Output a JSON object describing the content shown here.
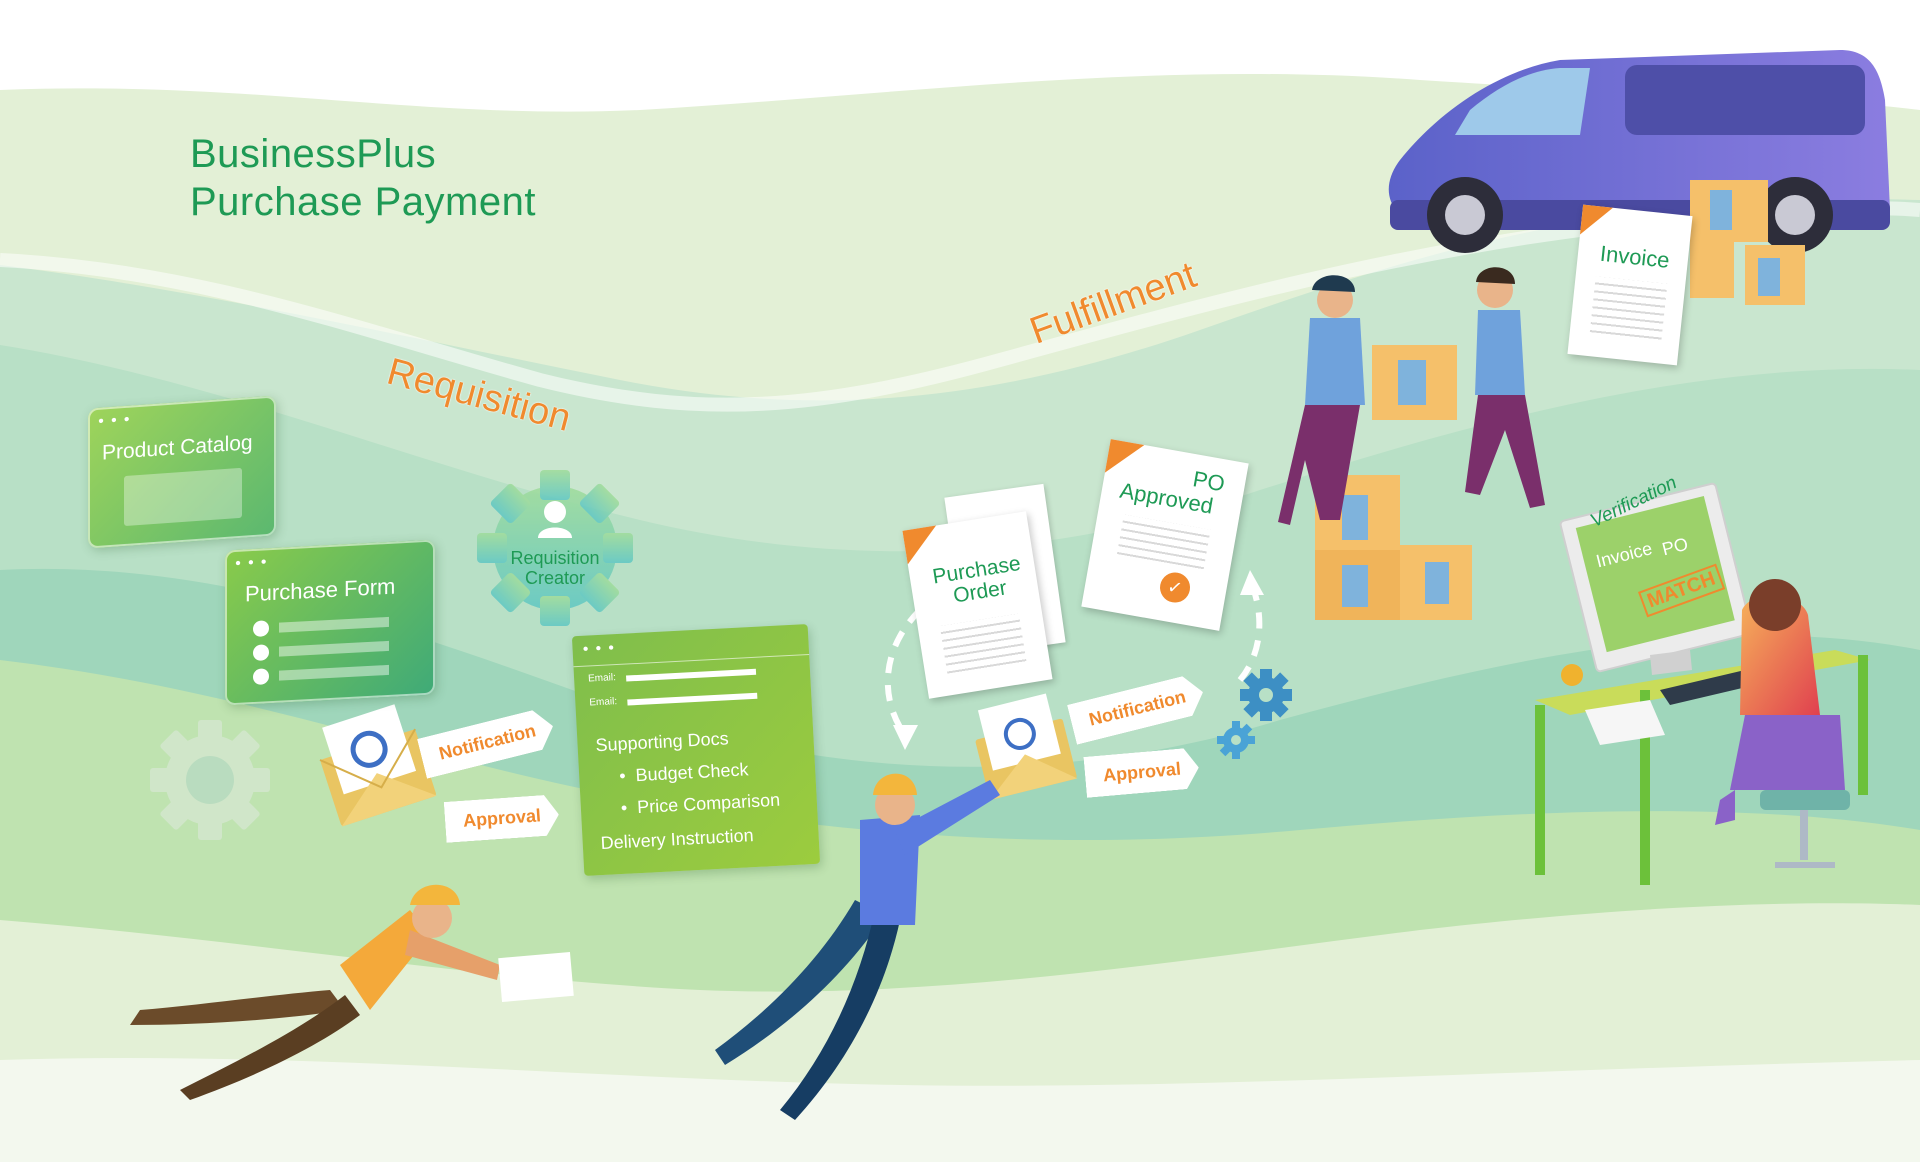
{
  "title": {
    "line1": "BusinessPlus",
    "line2": "Purchase Payment"
  },
  "stages": {
    "requisition": "Requisition",
    "fulfillment": "Fulfillment",
    "verification": "Verification"
  },
  "windows": {
    "product_catalog": "Product Catalog",
    "purchase_form": "Purchase Form"
  },
  "gear": {
    "line1": "Requisition",
    "line2": "Creator"
  },
  "tags": {
    "notification": "Notification",
    "approval": "Approval"
  },
  "form_panel": {
    "email_label": "Email:",
    "supporting_docs": "Supporting Docs",
    "budget_check": "Budget Check",
    "price_comparison": "Price Comparison",
    "delivery_instruction": "Delivery Instruction"
  },
  "documents": {
    "purchase_order": "Purchase Order",
    "po_approved_top": "PO",
    "po_approved_bottom": "Approved",
    "invoice": "Invoice"
  },
  "monitor": {
    "invoice": "Invoice",
    "po": "PO",
    "match": "MATCH"
  },
  "colors": {
    "brand_green": "#1e9a55",
    "accent_orange": "#f08a2e",
    "van_purple": "#6f6fd0",
    "panel_green": "#8cc63f"
  },
  "icons": [
    "gear-icon",
    "user-icon",
    "envelope-icon",
    "at-icon",
    "van-icon",
    "box-icon",
    "checkmark-seal-icon",
    "arrow-icon"
  ]
}
